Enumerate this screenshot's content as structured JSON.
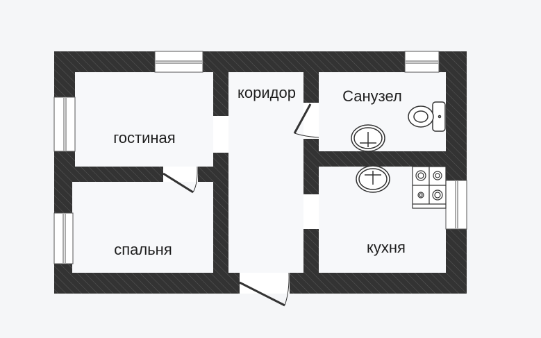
{
  "plan": {
    "rooms": [
      {
        "id": "living",
        "label": "гостиная"
      },
      {
        "id": "bedroom",
        "label": "спальня"
      },
      {
        "id": "corridor",
        "label": "коридор"
      },
      {
        "id": "bathroom",
        "label": "Санузел"
      },
      {
        "id": "kitchen",
        "label": "кухня"
      }
    ]
  },
  "colors": {
    "wall": "#333333",
    "floor": "#f7f8fa",
    "background": "#f5f6f8"
  }
}
